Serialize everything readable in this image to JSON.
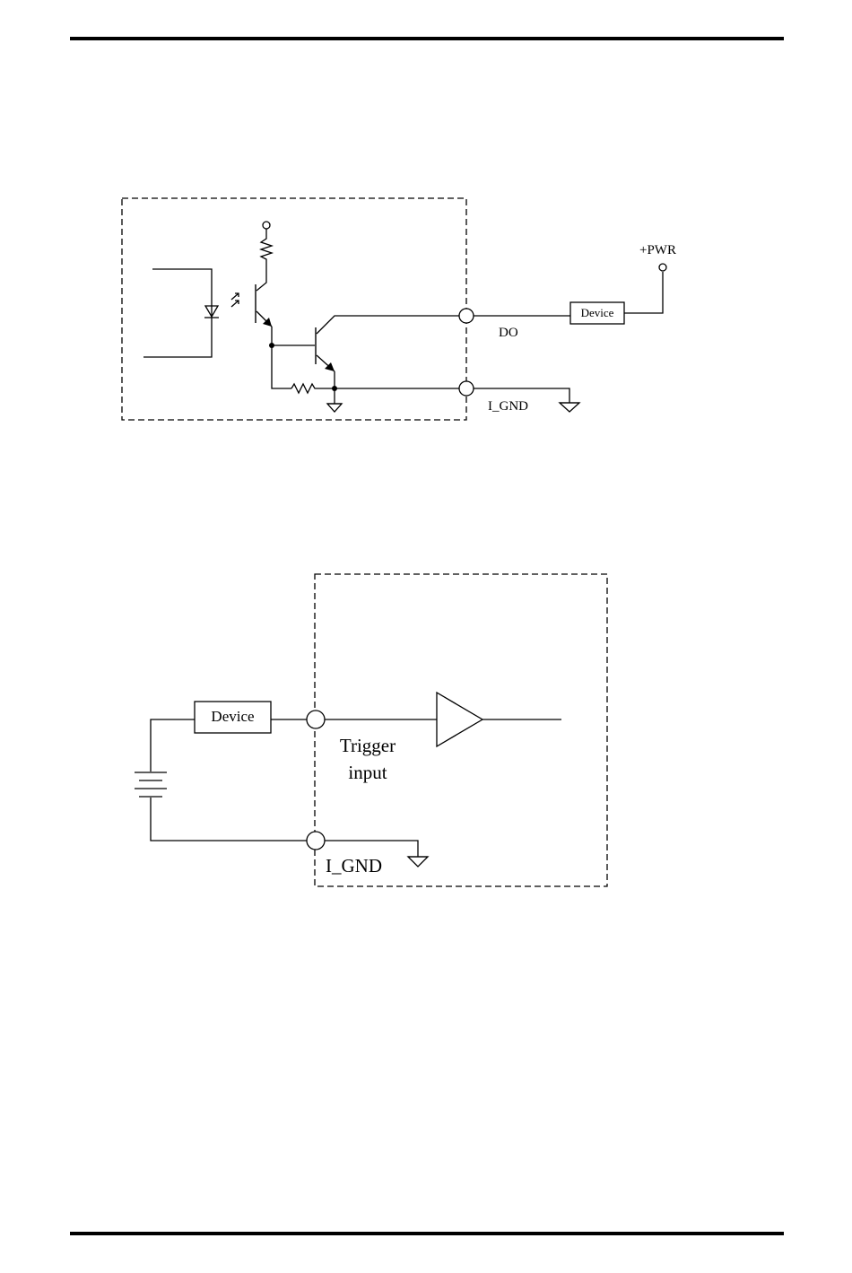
{
  "diagram1": {
    "power_label": "+PWR",
    "device_label": "Device",
    "output_label": "DO",
    "ground_label": "I_GND"
  },
  "diagram2": {
    "device_label": "Device",
    "input_label_line1": "Trigger",
    "input_label_line2": "input",
    "ground_label": "I_GND"
  }
}
